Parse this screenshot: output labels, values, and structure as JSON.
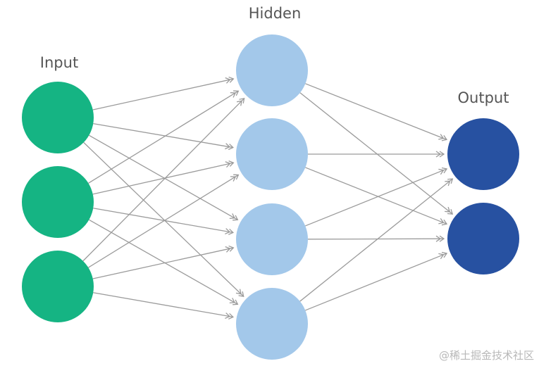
{
  "labels": {
    "input": "Input",
    "hidden": "Hidden",
    "output": "Output"
  },
  "watermark": "@稀土掘金技术社区",
  "colors": {
    "input_node": "#15b483",
    "hidden_node": "#a3c8ea",
    "output_node": "#2751a1",
    "edge": "#9b9b9b",
    "label": "#555555"
  },
  "layers": {
    "input": {
      "count": 3
    },
    "hidden": {
      "count": 4
    },
    "output": {
      "count": 2
    }
  },
  "connectivity": "fully-connected"
}
